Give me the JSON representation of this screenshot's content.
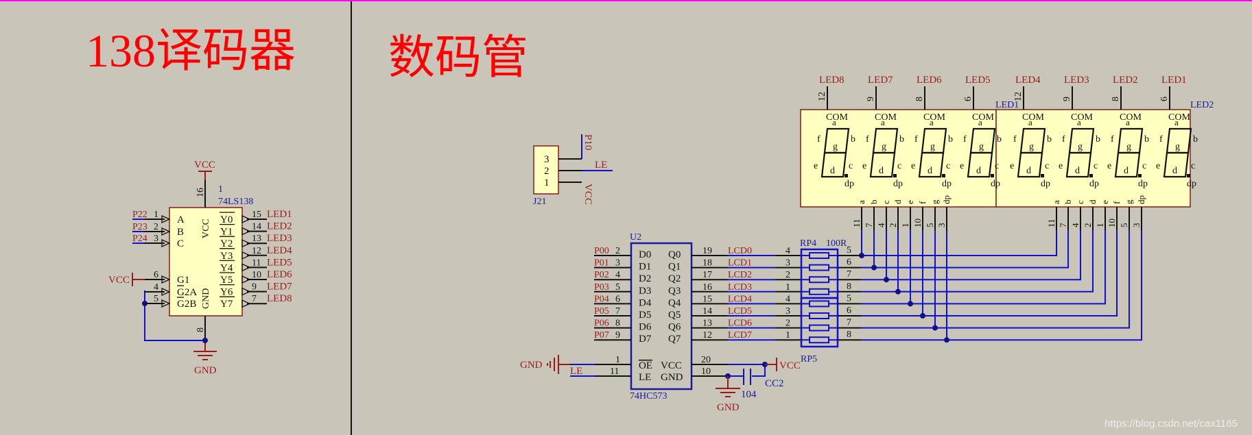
{
  "titles": {
    "decoder": "138译码器",
    "display": "数码管"
  },
  "watermark": "https://blog.csdn.net/cax1165",
  "colors": {
    "background": "#c9c5b9",
    "title": "#ff0000",
    "net_label": "#9b1b1b",
    "designator": "#1a1a9a",
    "wire": "#1010d0",
    "chip_fill": "#ffffc0",
    "border_top": "#ff00ff"
  },
  "decoder": {
    "designator": "1",
    "part": "74LS138",
    "vcc_label": "VCC",
    "vcc_pin": "16",
    "gnd_label": "GND",
    "gnd_pin": "8",
    "pin_vcc_name": "VCC",
    "pin_gnd_name": "GND",
    "inputs": [
      {
        "net": "P22",
        "pin": "1",
        "name": "A"
      },
      {
        "net": "P23",
        "pin": "2",
        "name": "B"
      },
      {
        "net": "P24",
        "pin": "3",
        "name": "C"
      }
    ],
    "enables": [
      {
        "net": "VCC",
        "pin": "6",
        "name": "G1"
      },
      {
        "net": "",
        "pin": "4",
        "name": "G2A"
      },
      {
        "net": "",
        "pin": "5",
        "name": "G2B"
      }
    ],
    "outputs": [
      {
        "name": "Y0",
        "pin": "15",
        "net": "LED1"
      },
      {
        "name": "Y1",
        "pin": "14",
        "net": "LED2"
      },
      {
        "name": "Y2",
        "pin": "13",
        "net": "LED3"
      },
      {
        "name": "Y3",
        "pin": "12",
        "net": "LED4"
      },
      {
        "name": "Y4",
        "pin": "11",
        "net": "LED5"
      },
      {
        "name": "Y5",
        "pin": "10",
        "net": "LED6"
      },
      {
        "name": "Y6",
        "pin": "9",
        "net": "LED7"
      },
      {
        "name": "Y7",
        "pin": "7",
        "net": "LED8"
      }
    ]
  },
  "connector": {
    "designator": "J21",
    "pins": [
      {
        "num": "3",
        "net": "P10"
      },
      {
        "num": "2",
        "net": "LE"
      },
      {
        "num": "1",
        "net": "VCC"
      }
    ]
  },
  "latch": {
    "designator": "U2",
    "part": "74HC573",
    "inputs": [
      {
        "net": "P00",
        "pin": "2",
        "name": "D0"
      },
      {
        "net": "P01",
        "pin": "3",
        "name": "D1"
      },
      {
        "net": "P02",
        "pin": "4",
        "name": "D2"
      },
      {
        "net": "P03",
        "pin": "5",
        "name": "D3"
      },
      {
        "net": "P04",
        "pin": "6",
        "name": "D4"
      },
      {
        "net": "P05",
        "pin": "7",
        "name": "D5"
      },
      {
        "net": "P06",
        "pin": "8",
        "name": "D6"
      },
      {
        "net": "P07",
        "pin": "9",
        "name": "D7"
      }
    ],
    "outputs": [
      {
        "name": "Q0",
        "pin": "19",
        "net": "LCD0"
      },
      {
        "name": "Q1",
        "pin": "18",
        "net": "LCD1"
      },
      {
        "name": "Q2",
        "pin": "17",
        "net": "LCD2"
      },
      {
        "name": "Q3",
        "pin": "16",
        "net": "LCD3"
      },
      {
        "name": "Q4",
        "pin": "15",
        "net": "LCD4"
      },
      {
        "name": "Q5",
        "pin": "14",
        "net": "LCD5"
      },
      {
        "name": "Q6",
        "pin": "13",
        "net": "LCD6"
      },
      {
        "name": "Q7",
        "pin": "12",
        "net": "LCD7"
      }
    ],
    "oe": {
      "net": "GND",
      "pin": "1",
      "name": "OE"
    },
    "le": {
      "net": "LE",
      "pin": "11",
      "name": "LE"
    },
    "vcc": {
      "name": "VCC",
      "pin": "20",
      "net": "VCC"
    },
    "gnd": {
      "name": "GND",
      "pin": "10",
      "net": "GND"
    }
  },
  "capacitor": {
    "designator": "CC2",
    "value": "104"
  },
  "resistors": {
    "top": {
      "designator": "RP4",
      "value": "100R",
      "left_pins": [
        "4",
        "3",
        "2",
        "1"
      ],
      "right_pins": [
        "5",
        "6",
        "7",
        "8"
      ]
    },
    "bottom": {
      "designator": "RP5",
      "left_pins": [
        "4",
        "3",
        "2",
        "1"
      ],
      "right_pins": [
        "5",
        "6",
        "7",
        "8"
      ]
    }
  },
  "display": {
    "left_designator": "LED1",
    "right_designator": "LED2",
    "digits": [
      {
        "com_net": "LED8",
        "com_pin": "12"
      },
      {
        "com_net": "LED7",
        "com_pin": "9"
      },
      {
        "com_net": "LED6",
        "com_pin": "8"
      },
      {
        "com_net": "LED5",
        "com_pin": "6"
      },
      {
        "com_net": "LED4",
        "com_pin": "12"
      },
      {
        "com_net": "LED3",
        "com_pin": "9"
      },
      {
        "com_net": "LED2",
        "com_pin": "8"
      },
      {
        "com_net": "LED1",
        "com_pin": "6"
      }
    ],
    "com_label": "COM",
    "segment_labels": {
      "a": "a",
      "b": "b",
      "c": "c",
      "d": "d",
      "e": "e",
      "f": "f",
      "g": "g",
      "dp": "dp"
    },
    "bottom_pins": [
      {
        "seg": "a",
        "pin": "11"
      },
      {
        "seg": "b",
        "pin": "7"
      },
      {
        "seg": "c",
        "pin": "4"
      },
      {
        "seg": "d",
        "pin": "2"
      },
      {
        "seg": "e",
        "pin": "1"
      },
      {
        "seg": "f",
        "pin": "10"
      },
      {
        "seg": "g",
        "pin": "5"
      },
      {
        "seg": "dp",
        "pin": "3"
      }
    ]
  }
}
